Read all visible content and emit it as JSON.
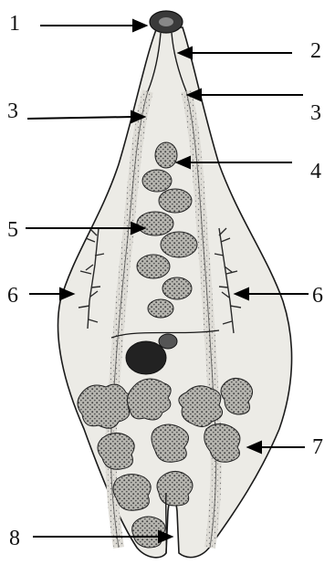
{
  "diagram": {
    "labels": [
      {
        "id": "label-1",
        "text": "1"
      },
      {
        "id": "label-2",
        "text": "2"
      },
      {
        "id": "label-3-left",
        "text": "3"
      },
      {
        "id": "label-3-right",
        "text": "3"
      },
      {
        "id": "label-4",
        "text": "4"
      },
      {
        "id": "label-5",
        "text": "5"
      },
      {
        "id": "label-6-left",
        "text": "6"
      },
      {
        "id": "label-6-right",
        "text": "6"
      },
      {
        "id": "label-7",
        "text": "7"
      },
      {
        "id": "label-8",
        "text": "8"
      }
    ],
    "colors": {
      "ink": "#1a1a1a",
      "body_fill": "#ecebe6",
      "organ_fill": "#9a9a96",
      "dark_organ": "#2a2a2a"
    }
  }
}
